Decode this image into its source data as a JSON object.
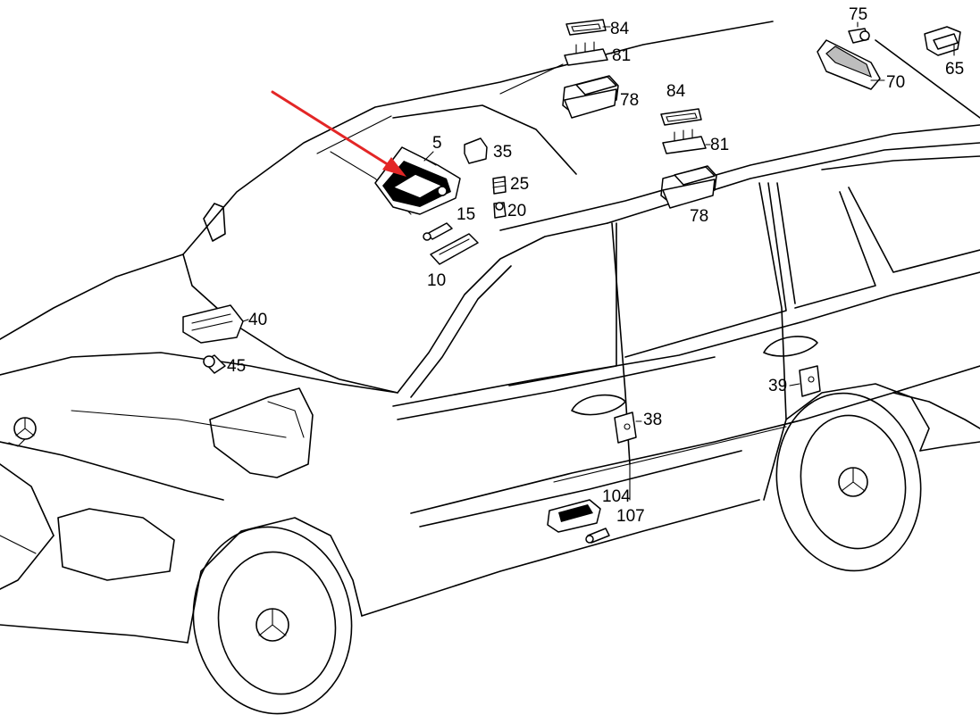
{
  "arrow_color": "#e32626",
  "callouts": [
    {
      "id": "c84a",
      "label": "84"
    },
    {
      "id": "c81a",
      "label": "81"
    },
    {
      "id": "c78a",
      "label": "78"
    },
    {
      "id": "c75",
      "label": "75"
    },
    {
      "id": "c70",
      "label": "70"
    },
    {
      "id": "c65",
      "label": "65"
    },
    {
      "id": "c84b",
      "label": "84"
    },
    {
      "id": "c81b",
      "label": "81"
    },
    {
      "id": "c78b",
      "label": "78"
    },
    {
      "id": "c5",
      "label": "5"
    },
    {
      "id": "c35",
      "label": "35"
    },
    {
      "id": "c25",
      "label": "25"
    },
    {
      "id": "c20",
      "label": "20"
    },
    {
      "id": "c15",
      "label": "15"
    },
    {
      "id": "c10",
      "label": "10"
    },
    {
      "id": "c40",
      "label": "40"
    },
    {
      "id": "c45",
      "label": "45"
    },
    {
      "id": "c38",
      "label": "38"
    },
    {
      "id": "c39",
      "label": "39"
    },
    {
      "id": "c104",
      "label": "104"
    },
    {
      "id": "c107",
      "label": "107"
    }
  ]
}
